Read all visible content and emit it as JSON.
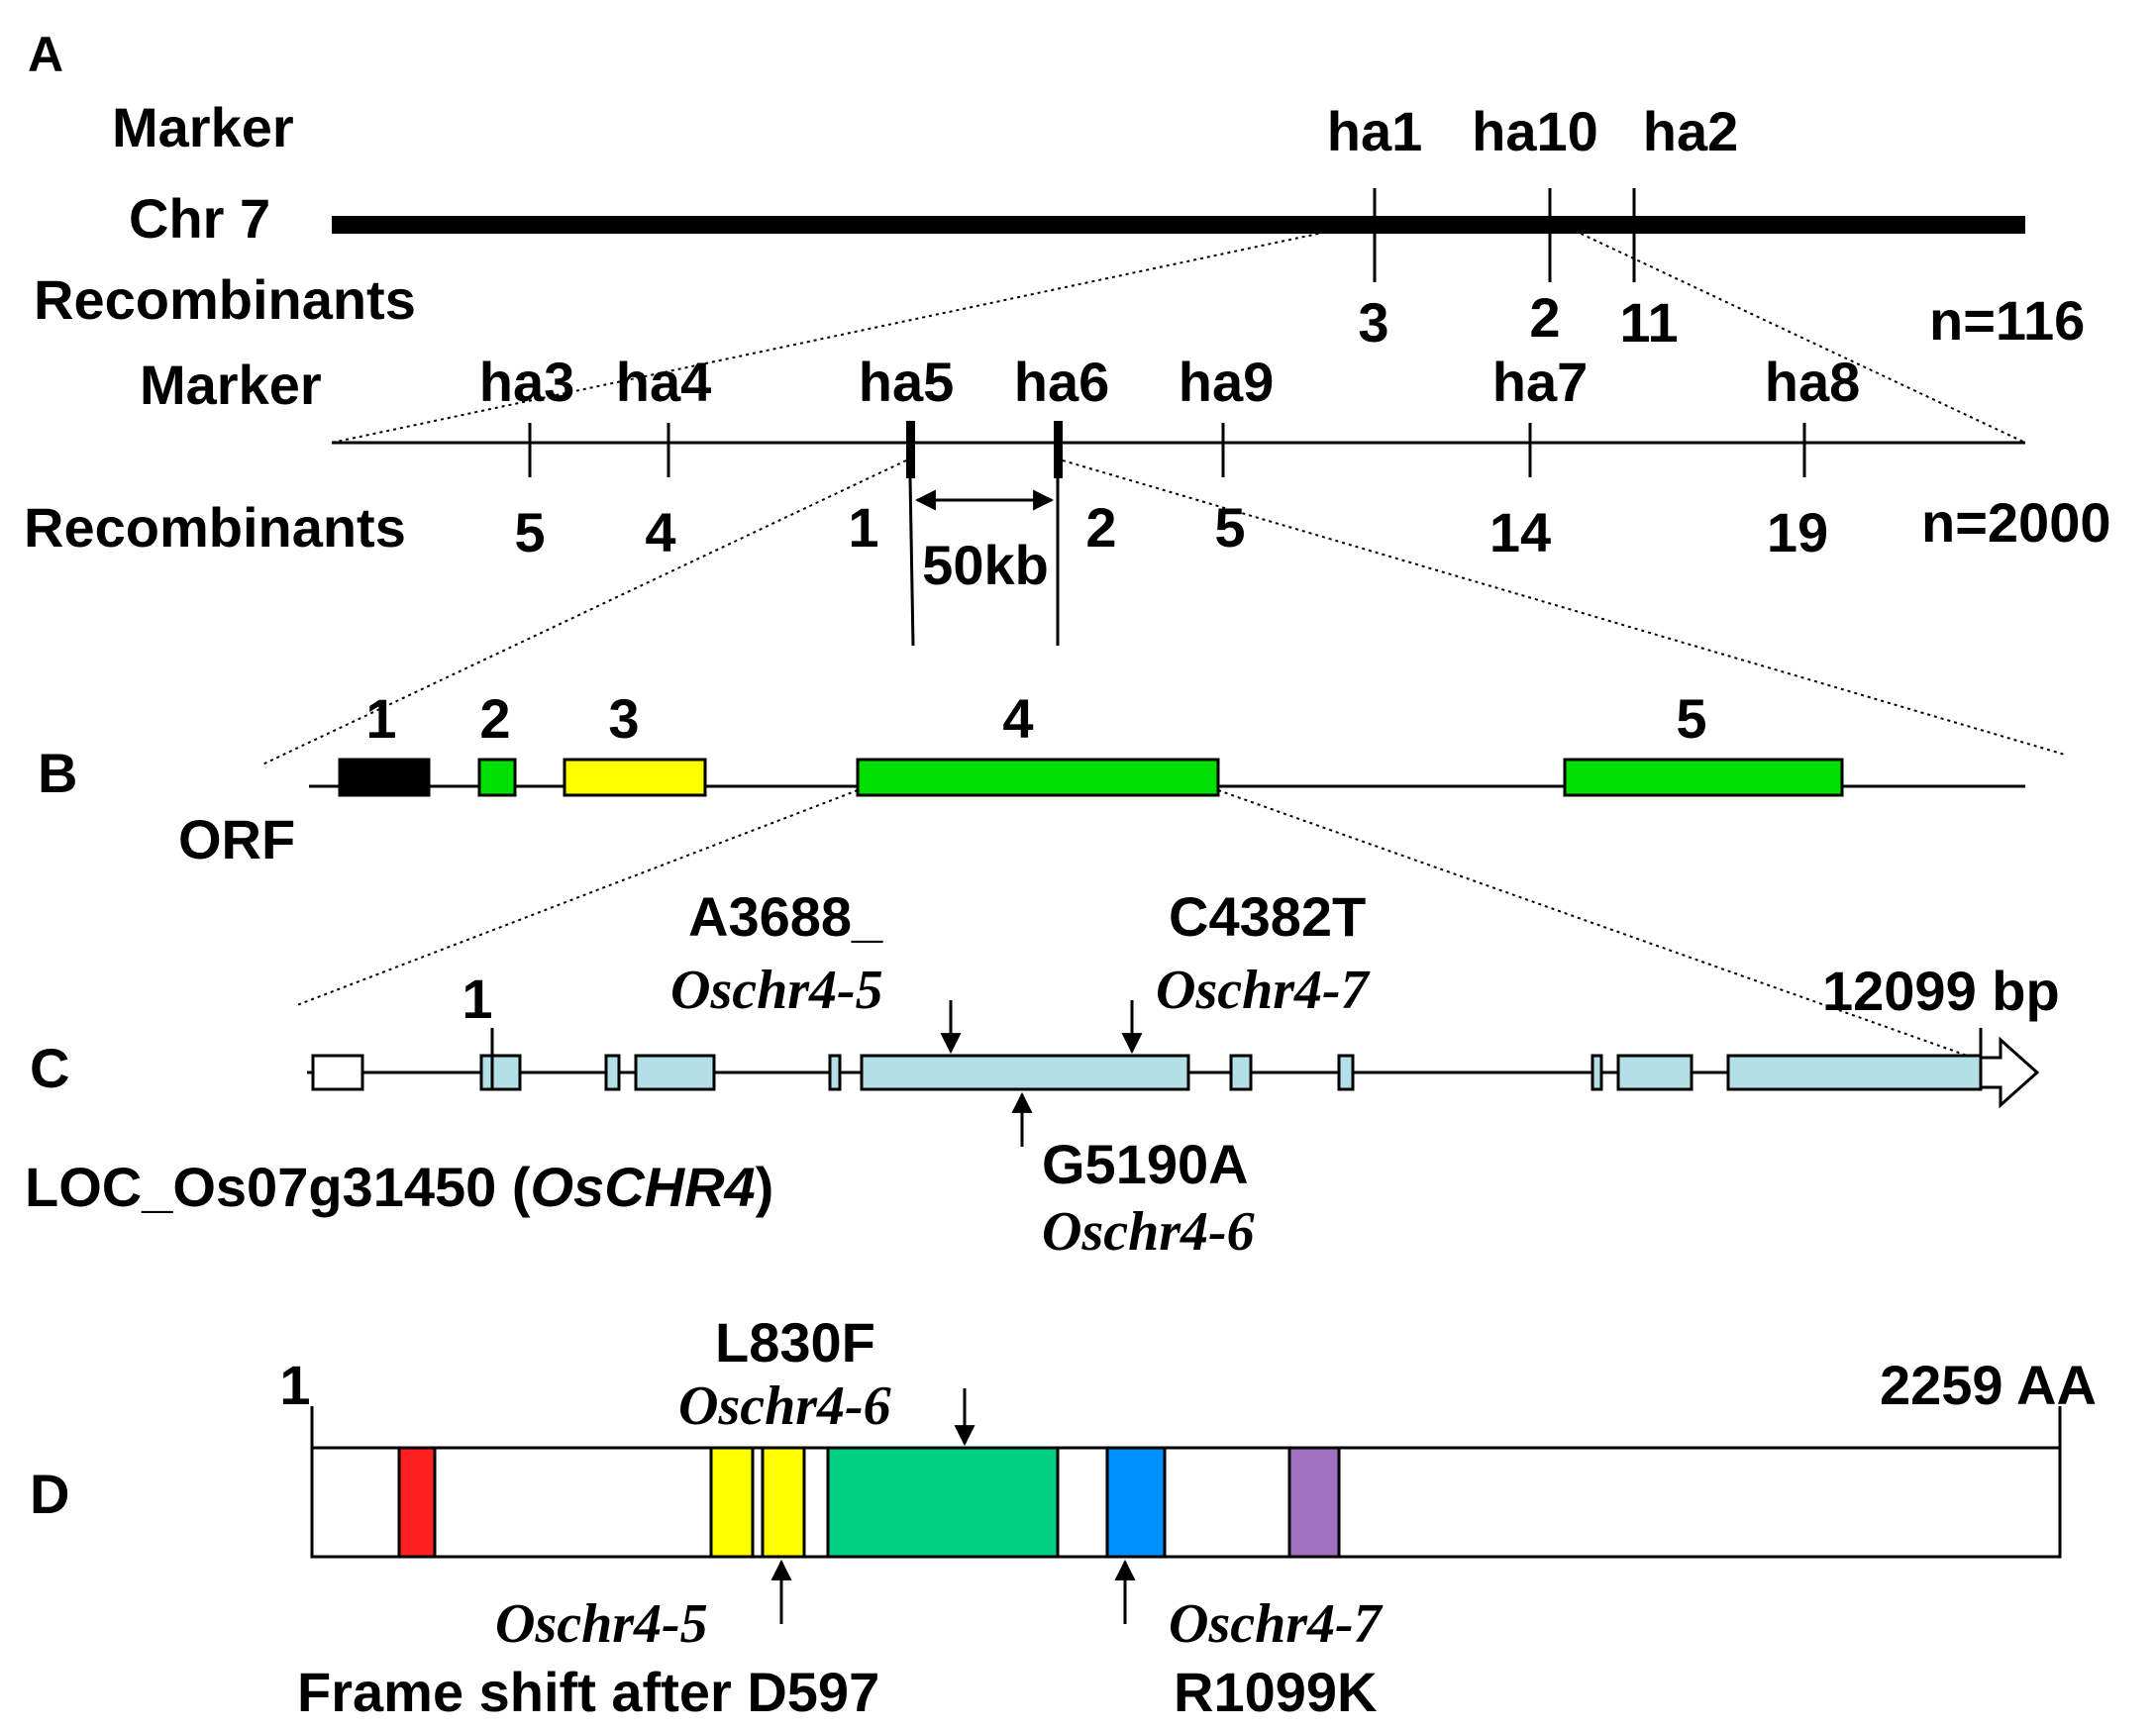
{
  "panels": {
    "a": "A",
    "b": "B",
    "c": "C",
    "d": "D"
  },
  "panel_a": {
    "row1": {
      "marker_label": "Marker",
      "chr_label": "Chr 7",
      "recomb_label": "Recombinants",
      "markers": [
        "ha1",
        "ha10",
        "ha2"
      ],
      "recombinants": [
        "3",
        "2",
        "11"
      ],
      "n": "n=116"
    },
    "row2": {
      "marker_label": "Marker",
      "recomb_label": "Recombinants",
      "markers": [
        "ha3",
        "ha4",
        "ha5",
        "ha6",
        "ha9",
        "ha7",
        "ha8"
      ],
      "recombinants": [
        "5",
        "4",
        "1",
        "2",
        "5",
        "14",
        "19"
      ],
      "interval": "50kb",
      "n": "n=2000"
    }
  },
  "panel_b": {
    "orf_label": "ORF",
    "orf_numbers": [
      "1",
      "2",
      "3",
      "4",
      "5"
    ],
    "orf_colors": [
      "#000000",
      "#00e000",
      "#ffff00",
      "#00e000",
      "#00e000"
    ]
  },
  "panel_c": {
    "start_label": "1",
    "end_label": "12099 bp",
    "gene_name": "LOC_Os07g31450 (",
    "gene_symbol": "OsCHR4",
    "gene_close": ")",
    "exon_color": "#b3e0e6",
    "mutations": [
      {
        "change": "A3688_",
        "allele": "Oschr4-5"
      },
      {
        "change": "C4382T",
        "allele": "Oschr4-7"
      },
      {
        "change": "G5190A",
        "allele": "Oschr4-6"
      }
    ]
  },
  "panel_d": {
    "start_label": "1",
    "end_label": "2259 AA",
    "domain_colors": [
      "#ff2020",
      "#ffff00",
      "#ffff00",
      "#00d080",
      "#0090ff",
      "#a070c0"
    ],
    "mutations": [
      {
        "change": "L830F",
        "allele": "Oschr4-6"
      },
      {
        "change": "Frame shift after D597",
        "allele": "Oschr4-5"
      },
      {
        "change": "R1099K",
        "allele": "Oschr4-7"
      }
    ]
  }
}
